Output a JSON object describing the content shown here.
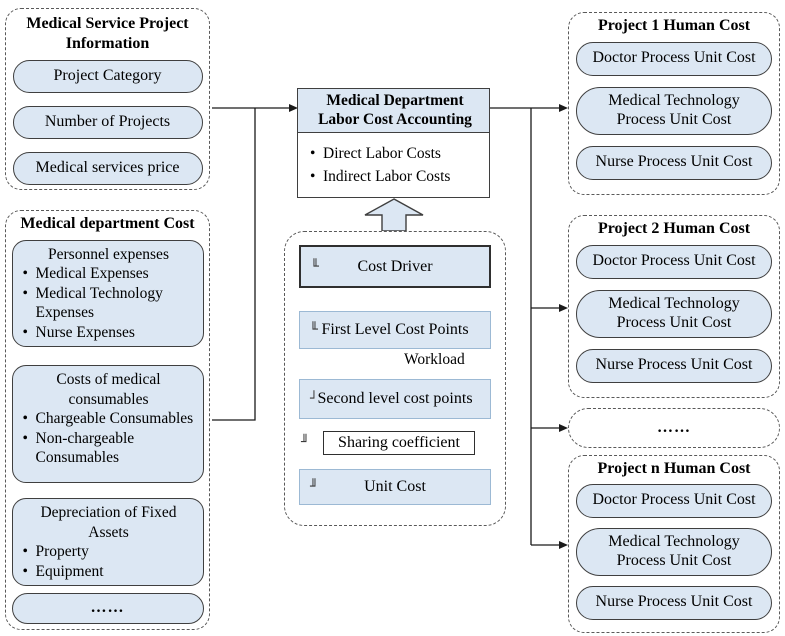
{
  "left": {
    "project_info": {
      "title": "Medical Service Project Information",
      "items": [
        "Project Category",
        "Number of Projects",
        "Medical services price"
      ]
    },
    "dept_cost": {
      "title": "Medical department Cost",
      "boxes": [
        {
          "heading": "Personnel expenses",
          "bullets": [
            "Medical Expenses",
            "Medical Technology Expenses",
            "Nurse Expenses"
          ]
        },
        {
          "heading": "Costs of medical consumables",
          "bullets": [
            "Chargeable Consumables",
            "Non-chargeable Consumables"
          ]
        },
        {
          "heading": "Depreciation of Fixed Assets",
          "bullets": [
            "Property",
            "Equipment"
          ]
        }
      ],
      "ellipsis": "……"
    }
  },
  "center": {
    "accounting": {
      "title": "Medical Department Labor Cost Accounting",
      "bullets": [
        "Direct Labor Costs",
        "Indirect Labor Costs"
      ]
    },
    "flow": {
      "steps": [
        {
          "glyph": "╙",
          "label": "Cost Driver"
        },
        {
          "glyph": "╙",
          "label": "First Level Cost Points"
        },
        {
          "glyph": "┘",
          "label": "Second level cost points"
        },
        {
          "glyph": "╜",
          "label": "Sharing coefficient"
        },
        {
          "glyph": "╜",
          "label": "Unit Cost"
        }
      ],
      "edge_label": "Workload"
    }
  },
  "right": {
    "projects": [
      {
        "title": "Project 1 Human Cost",
        "items": [
          "Doctor Process Unit Cost",
          "Medical Technology Process Unit Cost",
          "Nurse Process Unit Cost"
        ]
      },
      {
        "title": "Project 2 Human Cost",
        "items": [
          "Doctor Process Unit Cost",
          "Medical Technology Process Unit Cost",
          "Nurse Process Unit Cost"
        ]
      },
      {
        "title": "Project n Human Cost",
        "items": [
          "Doctor Process Unit Cost",
          "Medical Technology Process Unit Cost",
          "Nurse Process Unit Cost"
        ]
      }
    ],
    "ellipsis": "……"
  },
  "colors": {
    "box_fill": "#dce7f3",
    "dark_border": "#3f3f3f",
    "blue_border": "#9cb9d4",
    "dash_border": "#595959",
    "connector_line": "#1a1a1a"
  }
}
